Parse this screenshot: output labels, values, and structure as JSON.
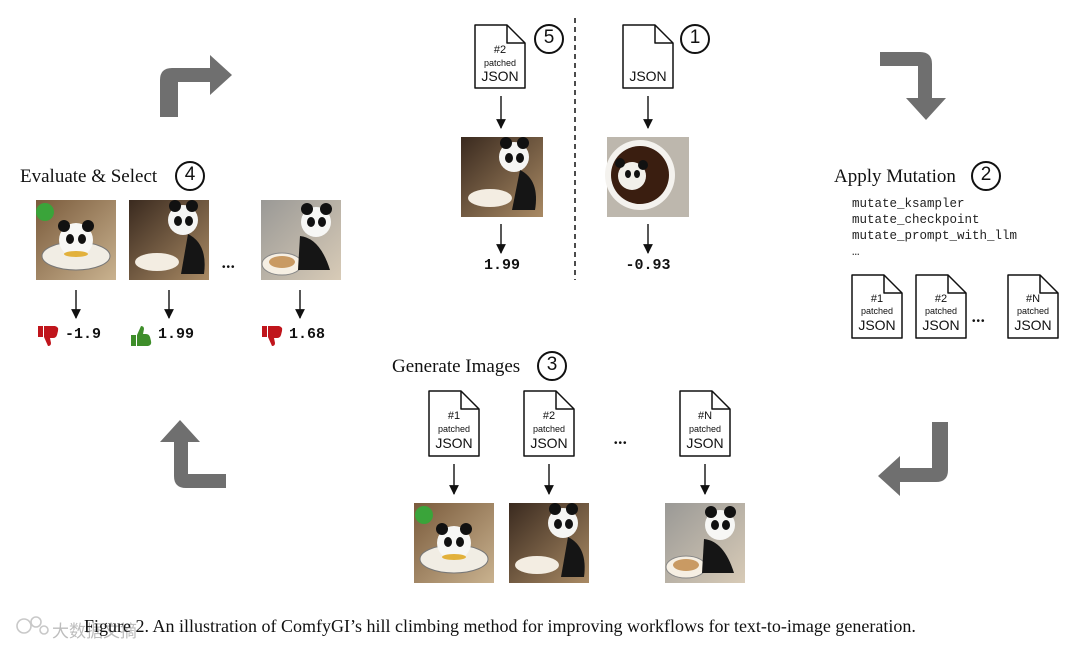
{
  "steps": {
    "evaluate": {
      "title": "Evaluate & Select",
      "number": "4"
    },
    "mutation": {
      "title": "Apply Mutation",
      "number": "2"
    },
    "generate": {
      "title": "Generate Images",
      "number": "3"
    },
    "patched_step": {
      "number": "5"
    },
    "original_step": {
      "number": "1"
    }
  },
  "docs": {
    "json": "JSON",
    "patched": "patched",
    "n1": "#1",
    "n2": "#2",
    "nN": "#N"
  },
  "mutations": [
    "mutate_ksampler",
    "mutate_checkpoint",
    "mutate_prompt_with_llm",
    "…"
  ],
  "comparison": {
    "patched_score": "1.99",
    "original_score": "-0.93"
  },
  "evaluate_scores": [
    {
      "value": "-1.9",
      "verdict": "thumbs-down"
    },
    {
      "value": "1.99",
      "verdict": "thumbs-up"
    },
    {
      "value": "1.68",
      "verdict": "thumbs-down"
    }
  ],
  "ellipsis": "•••",
  "caption": "Figure 2. An illustration of ComfyGI’s hill climbing method for improving workflows for text-to-image generation.",
  "watermark": "大数据文摘",
  "colors": {
    "arrow_gray": "#6f6f6f",
    "thumb_down": "#c0151c",
    "thumb_up": "#3e8e2a"
  }
}
